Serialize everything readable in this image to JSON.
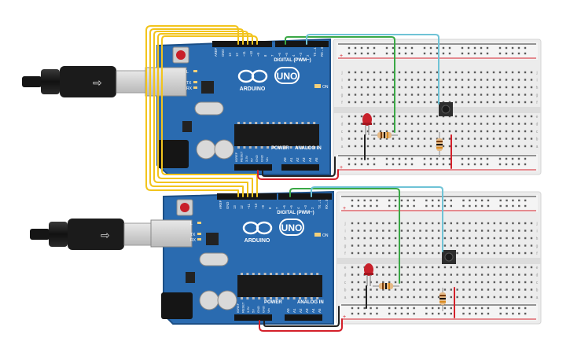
{
  "circuit": {
    "boards": [
      {
        "name_upper": "ARDUINO",
        "model": "UNO",
        "digital_label": "DIGITAL (PWM~)",
        "power_label": "POWER",
        "analog_label": "ANALOG IN",
        "on_label": "ON",
        "l_label": "L",
        "tx_label": "TX",
        "rx_label": "RX",
        "top_pins": [
          "AREF",
          "GND",
          "13",
          "12",
          "~11",
          "~10",
          "~9",
          "8",
          "7",
          "~6",
          "~5",
          "4",
          "~3",
          "2",
          "TX→1",
          "RX←0"
        ],
        "power_pins": [
          "IOREF",
          "RESET",
          "3.3V",
          "5V",
          "GND",
          "GND",
          "Vin"
        ],
        "analog_pins": [
          "A0",
          "A1",
          "A2",
          "A3",
          "A4",
          "A5"
        ]
      },
      {
        "name_upper": "ARDUINO",
        "model": "UNO",
        "digital_label": "DIGITAL (PWM~)",
        "power_label": "POWER",
        "analog_label": "ANALOG IN",
        "on_label": "ON",
        "l_label": "L",
        "tx_label": "TX",
        "rx_label": "RX",
        "top_pins": [
          "AREF",
          "GND",
          "13",
          "12",
          "~11",
          "~10",
          "~9",
          "8",
          "7",
          "~6",
          "~5",
          "4",
          "~3",
          "2",
          "TX→1",
          "RX←0"
        ],
        "power_pins": [
          "IOREF",
          "RESET",
          "3.3V",
          "5V",
          "GND",
          "GND",
          "Vin"
        ],
        "analog_pins": [
          "A0",
          "A1",
          "A2",
          "A3",
          "A4",
          "A5"
        ]
      }
    ],
    "breadboard": {
      "row_letters_top": [
        "j",
        "i",
        "h",
        "g",
        "f"
      ],
      "row_letters_bottom": [
        "e",
        "d",
        "c",
        "b",
        "a"
      ],
      "plus_label": "+",
      "minus_label": "-"
    },
    "colors": {
      "board_blue": "#2a6bb0",
      "board_edge": "#1c4f86",
      "wire_yellow": "#f2c41c",
      "wire_green": "#3aa845",
      "wire_cyan": "#6fc3d6",
      "wire_red": "#d4202a",
      "wire_black": "#222222",
      "led_red": "#c8202a",
      "rail_red": "#d4202a",
      "rail_blue": "#333333"
    }
  }
}
